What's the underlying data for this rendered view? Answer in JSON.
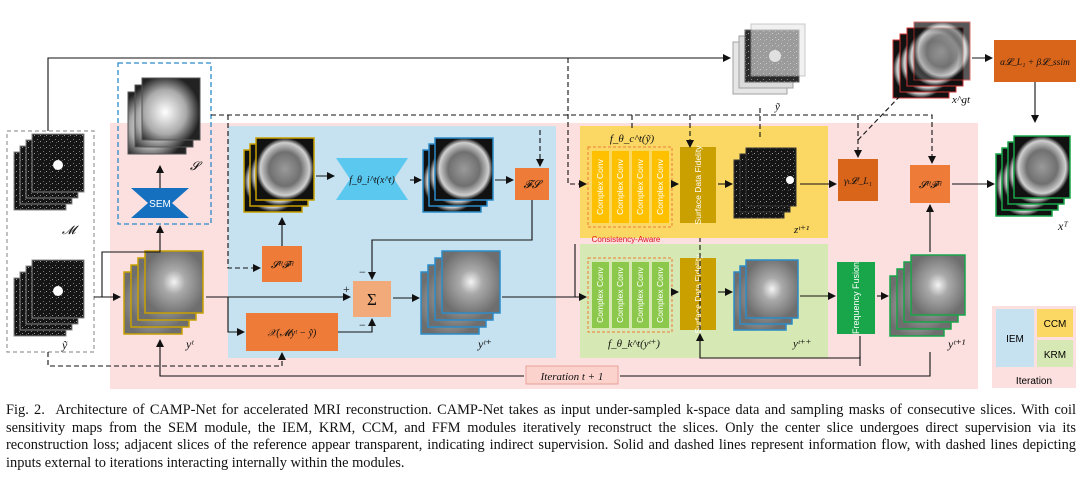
{
  "diagram": {
    "inputs": {
      "mask_label": "𝓜",
      "kspace_label": "ỹ"
    },
    "sem": {
      "label": "SEM",
      "output_label": "𝓢"
    },
    "iem": {
      "image_in_label": "",
      "network_label": "f_θ_i^t(x^t)",
      "fs_label": "𝓕𝓢",
      "shfh_label": "𝓢ᴴ𝓕ᴴ",
      "dc_label": "𝒳(𝓜yᵗ − ỹ)",
      "sum_label": "Σ",
      "plus": "+",
      "minus_top": "−",
      "minus_bottom": "−",
      "output_label": "yᵗ⁺"
    },
    "yt_label": "yᵗ",
    "ccm": {
      "title": "f_θ_c^t(ỹ)",
      "blocks": [
        "Complex Conv",
        "Complex Conv",
        "Complex Conv",
        "Complex Conv"
      ],
      "fidelity": "Surface Data Fidelity",
      "output_label": "zᵗ⁺¹",
      "consistency_label": "Consistency-Aware"
    },
    "krm": {
      "title": "f_θ_k^t(yᵗ⁺)",
      "blocks": [
        "Complex Conv",
        "Complex Conv",
        "Complex Conv",
        "Complex Conv"
      ],
      "fidelity": "Surface Data Fidelity",
      "output_label": "yᵗ⁺⁺"
    },
    "gamma_loss": "γₜ𝓛ᵗ_L₁",
    "shfh_right": "𝓢ᴴ𝓕ᴴ",
    "frequency_fusion": "Frequency Fusion",
    "y_t1_label": "yᵗ⁺¹",
    "xT_label": "xᵀ",
    "ytilde_top_label": "ỹ",
    "xgt_label": "x^gt",
    "loss_box": "α𝓛_L₁ + β𝓛_ssim",
    "iteration_label": "Iteration t + 1",
    "legend": {
      "iem": "IEM",
      "ccm": "CCM",
      "krm": "KRM",
      "title": "Iteration"
    },
    "colors": {
      "iem_bg": "#c6e2f1",
      "ccm_bg": "#fbd864",
      "krm_bg": "#d6e8b3",
      "outer_bg": "#fbe0df",
      "orange": "#ee7b37",
      "dark_orange": "#d9651a",
      "olive": "#c9a000",
      "green": "#19a64a",
      "blue": "#1670c0"
    }
  },
  "caption": {
    "fig_label": "Fig. 2.",
    "text": "Architecture of CAMP-Net for accelerated MRI reconstruction. CAMP-Net takes as input under-sampled k-space data and sampling masks of consecutive slices. With coil sensitivity maps from the SEM module, the IEM, KRM, CCM, and FFM modules iteratively reconstruct the slices. Only the center slice undergoes direct supervision via its reconstruction loss; adjacent slices of the reference appear transparent, indicating indirect supervision. Solid and dashed lines represent information flow, with dashed lines depicting inputs external to iterations interacting internally within the modules."
  }
}
